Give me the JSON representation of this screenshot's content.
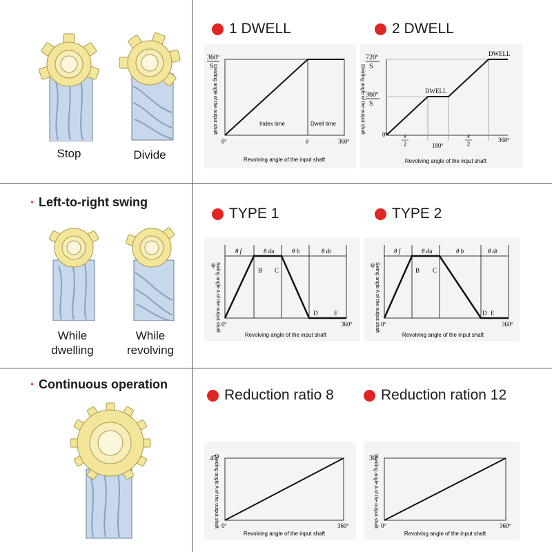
{
  "left": {
    "stop": "Stop",
    "divide": "Divide",
    "swing_title": "Left-to-right swing",
    "while_dwelling": "While\ndwelling",
    "while_revolving": "While\nrevolving",
    "continuous_title": "Continuous operation"
  },
  "colors": {
    "accent": "#e02525",
    "gear": "#f3e59a",
    "shaft": "#c7d8ec"
  },
  "dwell1": {
    "title": "1 DWELL",
    "y_top": "360º",
    "y_top_den": "S",
    "ylabel": "Dividing angle of the output shaft",
    "index_time": "Index time",
    "dwell_time": "Dwell time",
    "x0": "0º",
    "theta": "θ",
    "x360": "360º",
    "xlabel": "Revolving angle of the input shaft"
  },
  "dwell2": {
    "title": "2 DWELL",
    "y_top": "720º",
    "y_top_den": "S",
    "y_mid": "360º",
    "y_mid_den": "S",
    "ylabel": "Dividing angle of the output shaft",
    "dwell_upper": "DWELL",
    "dwell_mid": "DWELL",
    "x0": "0º",
    "theta_half_num": "θ",
    "theta_half_den": "2",
    "x180": "180º",
    "x360": "360º",
    "xlabel": "Revolving angle of the input shaft"
  },
  "type1": {
    "title": "TYPE 1",
    "theta_f": "θ f",
    "theta_du": "θ du",
    "theta_b": "θ b",
    "theta_dt": "θ dt",
    "ylabel": "Swing angle A of the output shaft",
    "y_sym": "ψ",
    "B": "B",
    "C": "C",
    "D": "D",
    "E": "E",
    "x0": "0º",
    "x360": "360º",
    "xlabel": "Revolving angle of the input shaft"
  },
  "type2": {
    "title": "TYPE 2",
    "theta_f": "θ f",
    "theta_du": "θ du",
    "theta_b": "θ b",
    "theta_dt": "θ dt",
    "ylabel": "Swing angle A of the output shaft",
    "y_sym": "ψ",
    "B": "B",
    "C": "C",
    "D": "D",
    "E": "E",
    "x0": "0º",
    "x360": "360º",
    "xlabel": "Revolving angle of the input shaft"
  },
  "red8": {
    "title": "Reduction ratio 8",
    "y_top": "45º",
    "ylabel": "Dividing angle A of the output shaft",
    "x0": "0º",
    "x360": "360º",
    "xlabel": "Revolving angle of the input shaft"
  },
  "red12": {
    "title": "Reduction ration 12",
    "y_top": "30º",
    "ylabel": "Dividing angle A of the output shaft",
    "x0": "0º",
    "x360": "360º",
    "xlabel": "Revolving angle of the input shaft"
  }
}
